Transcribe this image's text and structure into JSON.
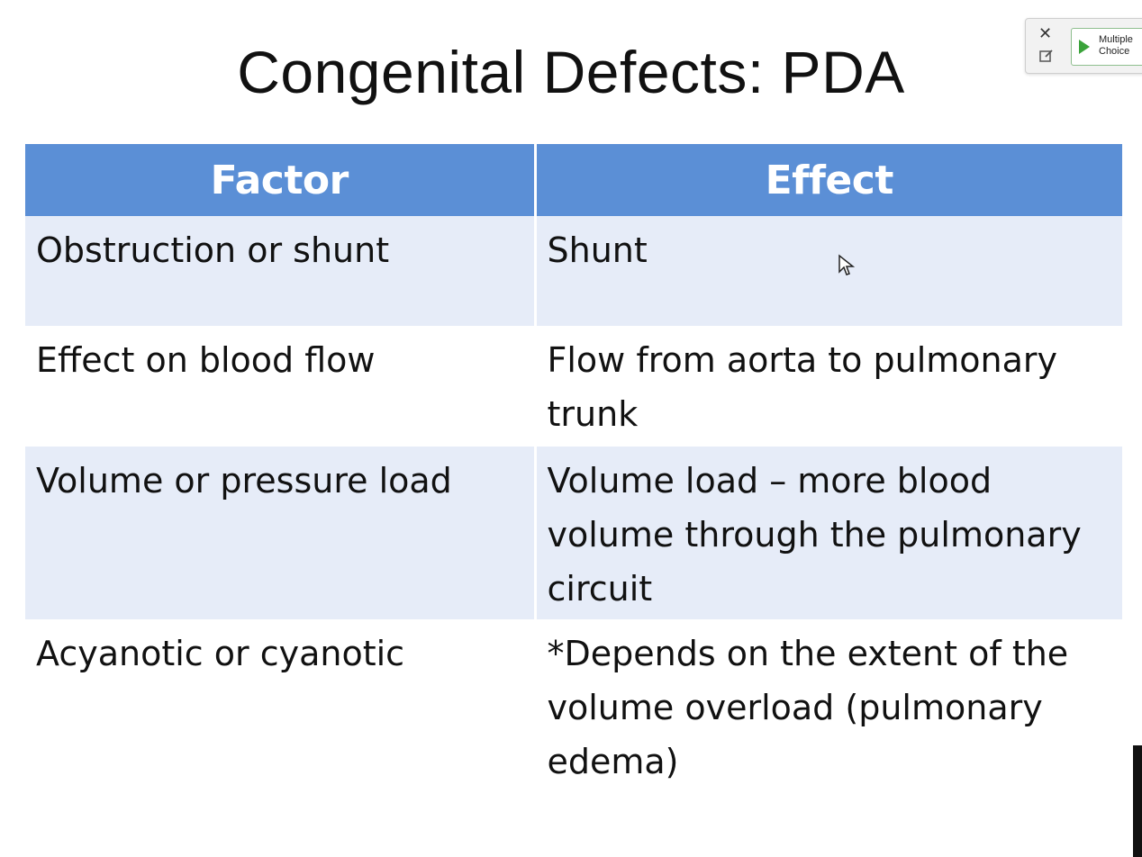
{
  "slide": {
    "title": "Congenital Defects: PDA"
  },
  "table": {
    "headers": [
      "Factor",
      "Effect"
    ],
    "rows": [
      {
        "factor": "Obstruction or shunt",
        "effect": "Shunt"
      },
      {
        "factor": "Effect on blood flow",
        "effect": "Flow from aorta to pulmonary trunk"
      },
      {
        "factor": "Volume or pressure load",
        "effect": "Volume load – more blood volume through the pulmonary circuit"
      },
      {
        "factor": "Acyanotic or cyanotic",
        "effect": "*Depends on the extent of the volume overload (pulmonary edema)"
      }
    ]
  },
  "widget": {
    "close_icon": "close-icon",
    "edit_icon": "edit-icon",
    "button_label_line1": "Multiple",
    "button_label_line2": "Choice"
  },
  "colors": {
    "header_bg": "#5b8fd6",
    "row_shade": "#e6ecf8",
    "accent_green": "#3aa33a"
  }
}
